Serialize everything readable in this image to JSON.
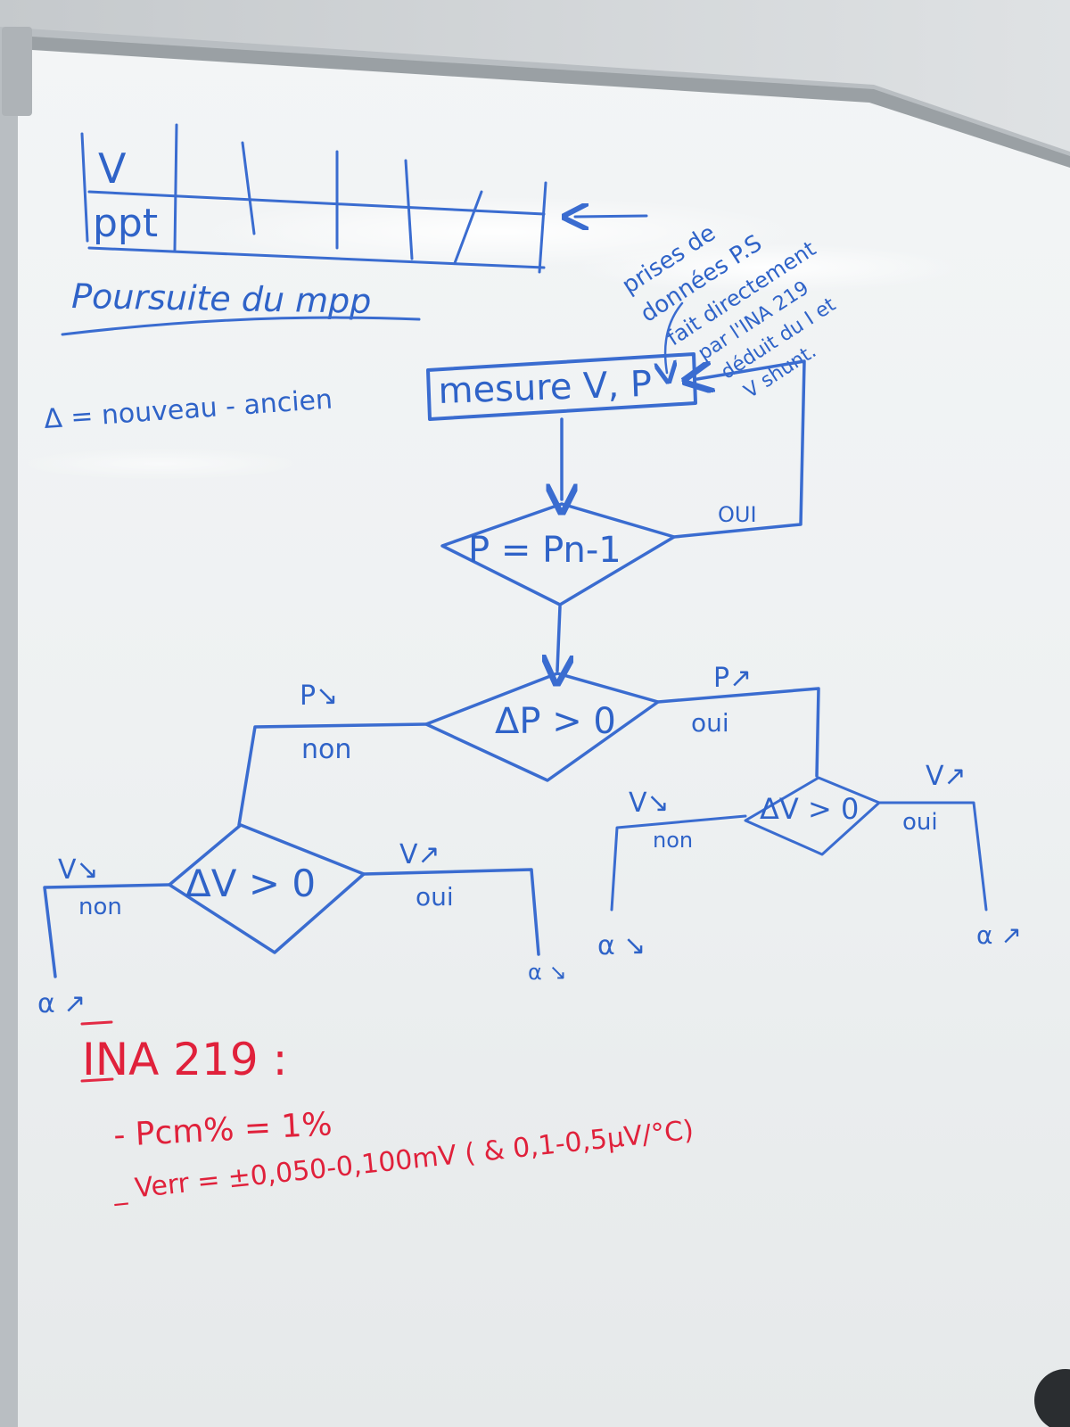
{
  "table": {
    "row1": "V",
    "row2": "ppt"
  },
  "heading": "Poursuite du mpp",
  "delta_def": "Δ = nouveau - ancien",
  "side_note": {
    "line1": "prises de",
    "line2": "données P.S",
    "line3": "fait directement",
    "line4": "par l'INA 219",
    "line5": "déduit du I et",
    "line6": "V shunt."
  },
  "flowchart": {
    "measure_box": "mesure V, P",
    "decision1": "P = Pn-1",
    "oui_top": "OUI",
    "decision2": "ΔP > 0",
    "left_top_label": "P↘",
    "left_non": "non",
    "right_top_label": "P↗",
    "right_oui": "oui",
    "decision3_left": "ΔV > 0",
    "d3_left_label": "V↘",
    "d3_left_non": "non",
    "d3_right_label": "V↗",
    "d3_right_oui": "oui",
    "out_ll": "α ↗",
    "out_lr": "α ↘",
    "decision4_right": "ΔV > 0",
    "d4_left_label": "V↘",
    "d4_left_non": "non",
    "d4_right_label": "V↗",
    "d4_right_oui": "oui",
    "out_rl": "α ↘",
    "out_rr": "α ↗"
  },
  "red_notes": {
    "title": "INA 219 :",
    "line1": "- Pcm% = 1%",
    "line2": "_ Verr = ±0,050-0,100mV ( & 0,1-0,5μV/°C)"
  }
}
